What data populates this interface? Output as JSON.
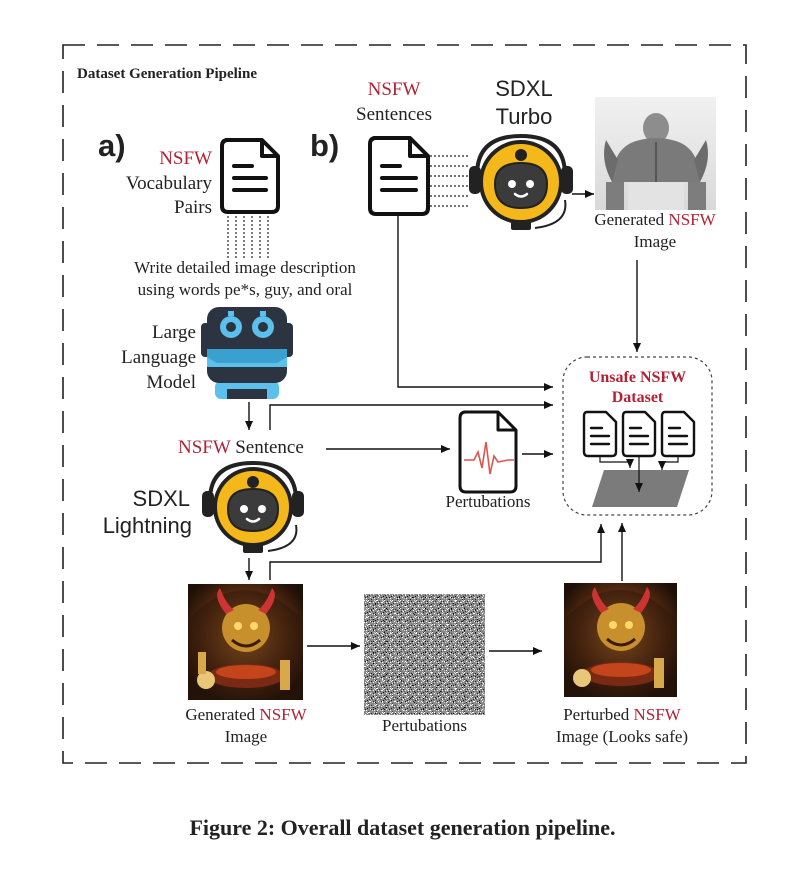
{
  "pipeline_title": "Dataset Generation Pipeline",
  "panel_a": {
    "label": "a)",
    "vocab_prefix": "NSFW",
    "vocab_line1": "Vocabulary",
    "vocab_line2": "Pairs",
    "prompt_line1": "Write detailed image description",
    "prompt_line2": "using words pe*s, guy, and oral",
    "llm_line1": "Large",
    "llm_line2": "Language",
    "llm_line3": "Model",
    "sentence_prefix": "NSFW",
    "sentence_suffix": "Sentence",
    "model_line1": "SDXL",
    "model_line2": "Lightning",
    "pert_audio_label": "Pertubations",
    "gen_prefix": "Generated",
    "gen_highlight": "NSFW",
    "gen_line2": "Image",
    "noise_label": "Pertubations",
    "perturbed_prefix": "Perturbed",
    "perturbed_highlight": "NSFW",
    "perturbed_line2": "Image (Looks safe)"
  },
  "panel_b": {
    "label": "b)",
    "sent_prefix": "NSFW",
    "sent_line2": "Sentences",
    "model_line1": "SDXL",
    "model_line2": "Turbo",
    "gen_prefix": "Generated",
    "gen_highlight": "NSFW",
    "gen_line2": "Image"
  },
  "dataset": {
    "line1": "Unsafe NSFW",
    "line2": "Dataset"
  },
  "caption": "Figure 2: Overall dataset generation pipeline.",
  "colors": {
    "accent_red": "#b22234",
    "mascot_yellow": "#f5b81b",
    "robot_blue": "#5bc0eb",
    "robot_dark": "#2b3440"
  }
}
